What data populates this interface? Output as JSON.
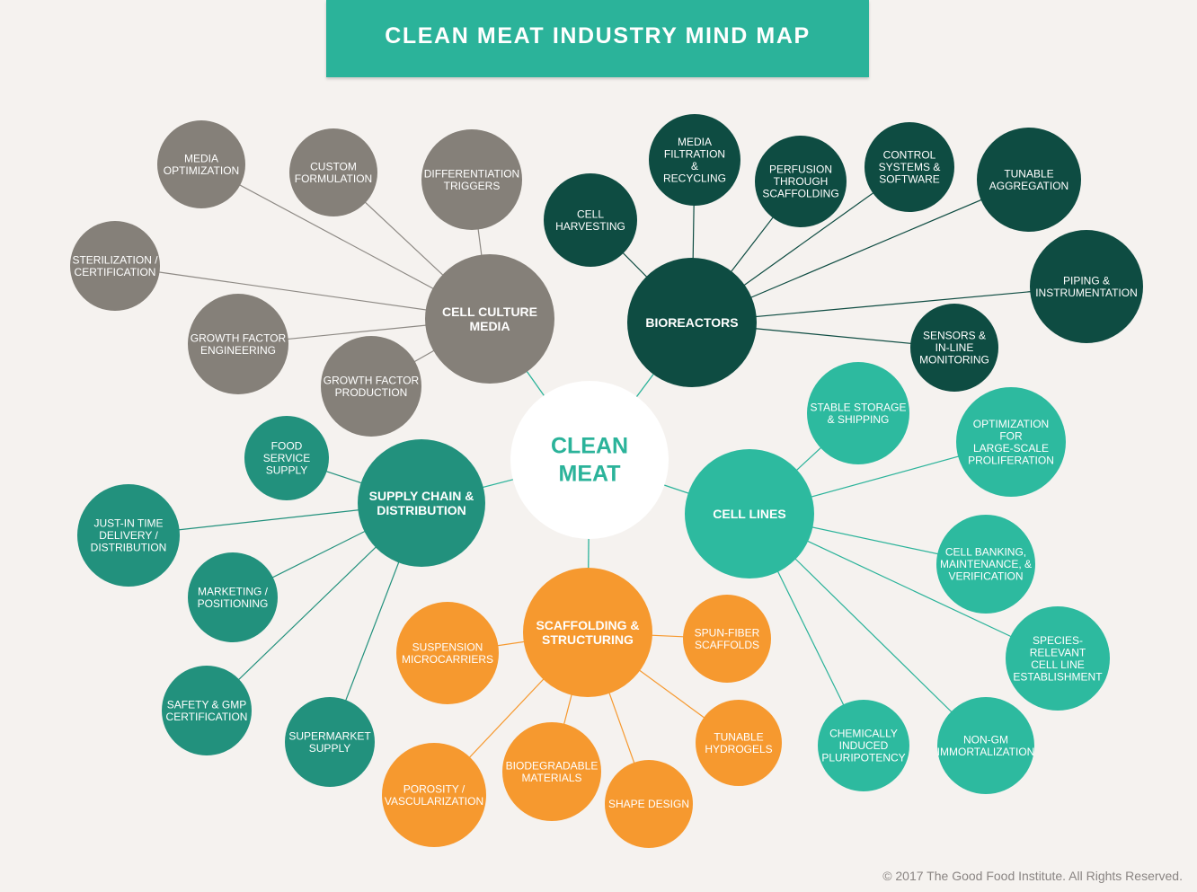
{
  "title": "CLEAN MEAT INDUSTRY MIND MAP",
  "footer": "© 2017 The Good Food Institute. All Rights Reserved.",
  "colors": {
    "background": "#f5f2ef",
    "banner": "#2bb39a",
    "edge_default": "#2bb39a",
    "grey": "#858079",
    "dark_green": "#0e4c42",
    "teal": "#2dba9f",
    "mid_green": "#22917d",
    "orange": "#f6992f",
    "center_text": "#2bb39a"
  },
  "center": {
    "id": "center",
    "label": [
      "CLEAN",
      "MEAT"
    ]
  },
  "hubs": [
    {
      "id": "ccm",
      "label": [
        "CELL CULTURE",
        "MEDIA"
      ],
      "color": "#858079",
      "leaves": [
        {
          "id": "ccm-1",
          "label": [
            "MEDIA",
            "OPTIMIZATION"
          ]
        },
        {
          "id": "ccm-2",
          "label": [
            "CUSTOM",
            "FORMULATION"
          ]
        },
        {
          "id": "ccm-3",
          "label": [
            "DIFFERENTIATION",
            "TRIGGERS"
          ]
        },
        {
          "id": "ccm-4",
          "label": [
            "STERILIZATION /",
            "CERTIFICATION"
          ]
        },
        {
          "id": "ccm-5",
          "label": [
            "GROWTH FACTOR",
            "ENGINEERING"
          ]
        },
        {
          "id": "ccm-6",
          "label": [
            "GROWTH FACTOR",
            "PRODUCTION"
          ]
        }
      ]
    },
    {
      "id": "bio",
      "label": [
        "BIOREACTORS"
      ],
      "color": "#0e4c42",
      "leaves": [
        {
          "id": "bio-1",
          "label": [
            "CELL",
            "HARVESTING"
          ]
        },
        {
          "id": "bio-2",
          "label": [
            "MEDIA",
            "FILTRATION",
            "&",
            "RECYCLING"
          ]
        },
        {
          "id": "bio-3",
          "label": [
            "PERFUSION",
            "THROUGH",
            "SCAFFOLDING"
          ]
        },
        {
          "id": "bio-4",
          "label": [
            "CONTROL",
            "SYSTEMS &",
            "SOFTWARE"
          ]
        },
        {
          "id": "bio-5",
          "label": [
            "TUNABLE",
            "AGGREGATION"
          ]
        },
        {
          "id": "bio-6",
          "label": [
            "PIPING &",
            "INSTRUMENTATION"
          ]
        },
        {
          "id": "bio-7",
          "label": [
            "SENSORS &",
            "IN-LINE",
            "MONITORING"
          ]
        }
      ]
    },
    {
      "id": "cl",
      "label": [
        "CELL LINES"
      ],
      "color": "#2dba9f",
      "leaves": [
        {
          "id": "cl-1",
          "label": [
            "STABLE STORAGE",
            "& SHIPPING"
          ]
        },
        {
          "id": "cl-2",
          "label": [
            "OPTIMIZATION",
            "FOR",
            "LARGE-SCALE",
            "PROLIFERATION"
          ]
        },
        {
          "id": "cl-3",
          "label": [
            "CELL BANKING,",
            "MAINTENANCE, &",
            "VERIFICATION"
          ]
        },
        {
          "id": "cl-4",
          "label": [
            "SPECIES-",
            "RELEVANT",
            "CELL LINE",
            "ESTABLISHMENT"
          ]
        },
        {
          "id": "cl-5",
          "label": [
            "NON-GM",
            "IMMORTALIZATION"
          ]
        },
        {
          "id": "cl-6",
          "label": [
            "CHEMICALLY",
            "INDUCED",
            "PLURIPOTENCY"
          ]
        }
      ]
    },
    {
      "id": "scd",
      "label": [
        "SUPPLY CHAIN &",
        "DISTRIBUTION"
      ],
      "color": "#22917d",
      "leaves": [
        {
          "id": "scd-1",
          "label": [
            "FOOD",
            "SERVICE",
            "SUPPLY"
          ]
        },
        {
          "id": "scd-2",
          "label": [
            "JUST-IN TIME",
            "DELIVERY /",
            "DISTRIBUTION"
          ]
        },
        {
          "id": "scd-3",
          "label": [
            "MARKETING /",
            "POSITIONING"
          ]
        },
        {
          "id": "scd-4",
          "label": [
            "SAFETY & GMP",
            "CERTIFICATION"
          ]
        },
        {
          "id": "scd-5",
          "label": [
            "SUPERMARKET",
            "SUPPLY"
          ]
        }
      ]
    },
    {
      "id": "sas",
      "label": [
        "SCAFFOLDING &",
        "STRUCTURING"
      ],
      "color": "#f6992f",
      "leaves": [
        {
          "id": "sas-1",
          "label": [
            "SUSPENSION",
            "MICROCARRIERS"
          ]
        },
        {
          "id": "sas-2",
          "label": [
            "SPUN-FIBER",
            "SCAFFOLDS"
          ]
        },
        {
          "id": "sas-3",
          "label": [
            "TUNABLE",
            "HYDROGELS"
          ]
        },
        {
          "id": "sas-4",
          "label": [
            "SHAPE DESIGN"
          ]
        },
        {
          "id": "sas-5",
          "label": [
            "BIODEGRADABLE",
            "MATERIALS"
          ]
        },
        {
          "id": "sas-6",
          "label": [
            "POROSITY /",
            "VASCULARIZATION"
          ]
        }
      ]
    }
  ]
}
